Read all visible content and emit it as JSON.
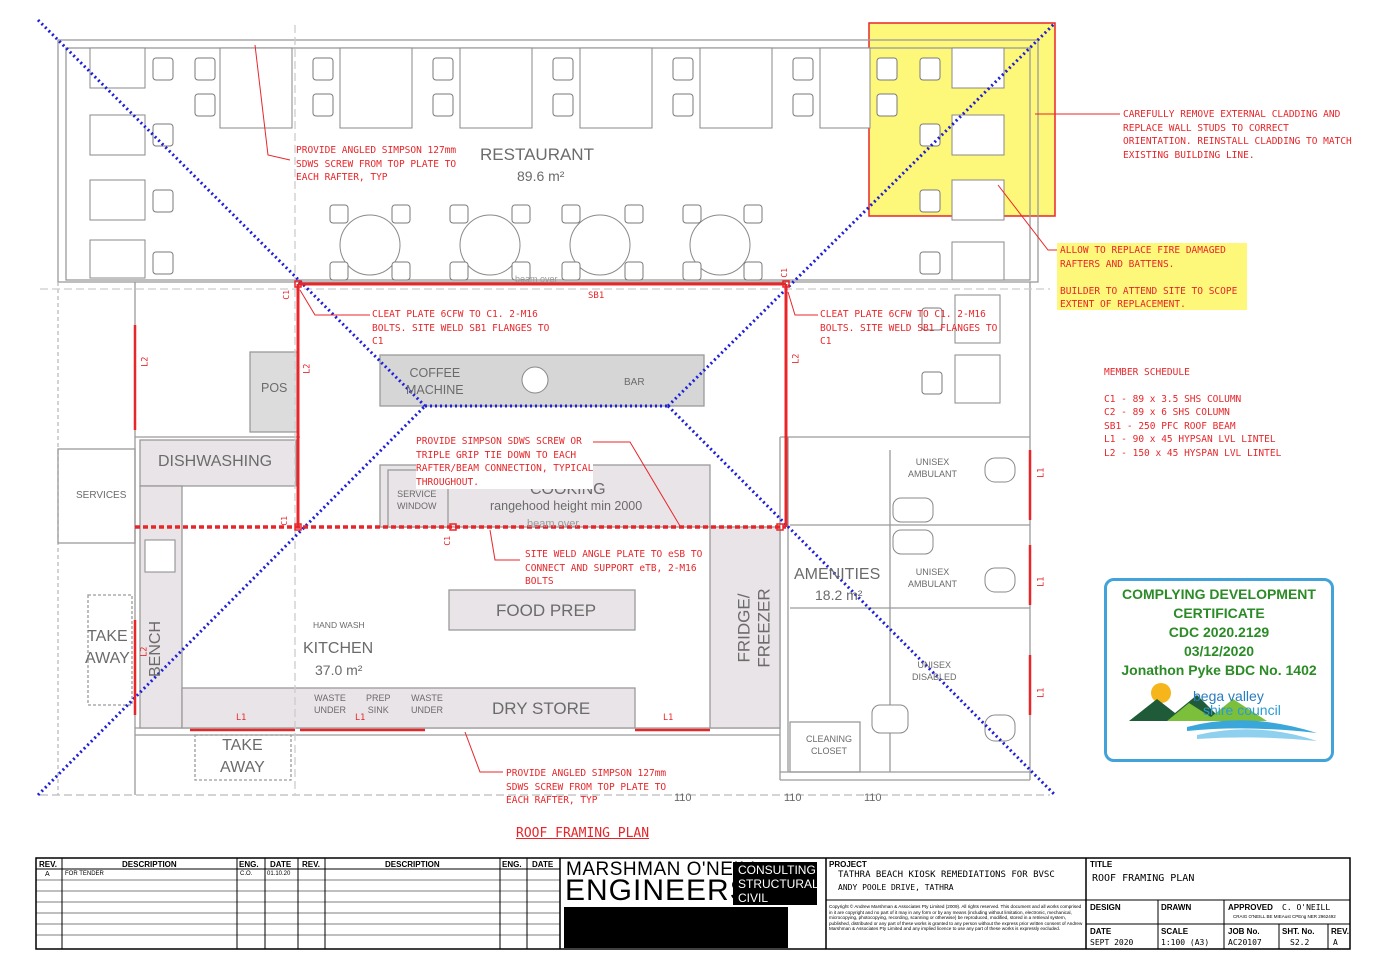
{
  "rooms": {
    "restaurant": {
      "name": "RESTAURANT",
      "area": "89.6 m²"
    },
    "coffee_machine": "COFFEE\nMACHINE",
    "bar": "BAR",
    "pos": "POS",
    "dishwashing": "DISHWASHING",
    "services": "SERVICES",
    "service_window": "SERVICE\nWINDOW",
    "cooking": "COOKING",
    "rangehood": "rangehood height min 2000",
    "food_prep": "FOOD PREP",
    "kitchen": {
      "name": "KITCHEN",
      "area": "37.0 m²"
    },
    "hand_wash": "HAND WASH",
    "bench": "BENCH",
    "take_away_left": "TAKE\nAWAY",
    "take_away_bottom": "TAKE\nAWAY",
    "waste_under_1": "WASTE\nUNDER",
    "prep_sink": "PREP\nSINK",
    "waste_under_2": "WASTE\nUNDER",
    "dry_store": "DRY STORE",
    "fridge_freezer": "FRIDGE/\nFREEZER",
    "amenities": {
      "name": "AMENITIES",
      "area": "18.2 m²"
    },
    "unisex_ambulant_1": "UNISEX\nAMBULANT",
    "unisex_ambulant_2": "UNISEX\nAMBULANT",
    "unisex_disabled": "UNISEX\nDISABLED",
    "cleaning_closet": "CLEANING\nCLOSET",
    "beam_over_1": "beam over",
    "beam_over_2": "beam over",
    "dim_110_a": "110",
    "dim_110_b": "110",
    "dim_110_c": "110"
  },
  "member_tags": {
    "sb1": "SB1",
    "c1": "C1",
    "l1": "L1",
    "l2": "L2"
  },
  "notes": {
    "top_left": "PROVIDE ANGLED SIMPSON 127mm\nSDWS SCREW FROM TOP PLATE TO\nEACH RAFTER, TYP",
    "top_right": "CAREFULLY REMOVE EXTERNAL CLADDING AND\nREPLACE WALL STUDS TO CORRECT\nORIENTATION. REINSTALL CLADDING TO MATCH\nEXISTING BUILDING LINE.",
    "fire_damage": "ALLOW TO REPLACE FIRE DAMAGED\nRAFTERS AND BATTENS.\n\nBUILDER TO ATTEND SITE TO SCOPE\nEXTENT OF REPLACEMENT.",
    "cleat_left": "CLEAT PLATE 6CFW TO C1. 2-M16\nBOLTS. SITE WELD SB1 FLANGES TO\nC1",
    "cleat_right": "CLEAT PLATE 6CFW TO C1. 2-M16\nBOLTS. SITE WELD SB1 FLANGES TO\nC1",
    "sdws_center": "PROVIDE SIMPSON SDWS SCREW OR\nTRIPLE GRIP TIE DOWN TO EACH\nRAFTER/BEAM CONNECTION, TYPICAL\nTHROUGHOUT.",
    "site_weld": "SITE WELD ANGLE PLATE TO eSB TO\nCONNECT AND SUPPORT eTB, 2-M16\nBOLTS",
    "bottom": "PROVIDE ANGLED SIMPSON 127mm\nSDWS SCREW FROM TOP PLATE TO\nEACH RAFTER, TYP"
  },
  "member_schedule": {
    "title": "MEMBER SCHEDULE",
    "items": [
      "C1 - 89 x 3.5 SHS COLUMN",
      "C2 - 89 x 6 SHS COLUMN",
      "",
      "SB1 - 250 PFC ROOF BEAM",
      "",
      "L1 - 90 x 45 HYPSAN LVL LINTEL",
      "L2 - 150 x 45 HYSPAN LVL LINTEL"
    ]
  },
  "certificate": {
    "line1": "COMPLYING DEVELOPMENT",
    "line2": "CERTIFICATE",
    "line3": "CDC 2020.2129",
    "line4": "03/12/2020",
    "line5": "Jonathon Pyke BDC No. 1402",
    "brand1": "bega valley",
    "brand2": "shire council"
  },
  "plan_title": "ROOF FRAMING PLAN",
  "title_block": {
    "rev_headers": [
      "REV.",
      "DESCRIPTION",
      "ENG.",
      "DATE",
      "REV.",
      "DESCRIPTION",
      "ENG.",
      "DATE"
    ],
    "rev_row": {
      "rev": "A",
      "description": "FOR TENDER",
      "eng": "C.O.",
      "date": "01.10.20"
    },
    "company_line1": "MARSHMAN O'NEILL",
    "company_line2": "ENGINEERS",
    "company_tag1": "CONSULTING",
    "company_tag2": "STRUCTURAL",
    "company_tag3": "CIVIL",
    "project_label": "PROJECT",
    "project_name": "TATHRA BEACH KIOSK REMEDIATIONS FOR BVSC",
    "project_address": "ANDY POOLE DRIVE, TATHRA",
    "copyright": "Copyright © Andrew Marshman & Associates Pty Limited (2009). All rights reserved. This document and all works comprised in it are copyright and no part of it may in any form or by any means (including without limitation, electronic, mechanical, microcopying, photocopying, recording, scanning or otherwise) be reproduced, modified, stored in a retrieval system, published, distributed or any part of these works is granted to any person without the express prior written consent of Andrew Marshman & Associates Pty Limited and any implied licence to use any part of these works is expressly excluded.",
    "title_label": "TITLE",
    "title_value": "ROOF FRAMING PLAN",
    "design_label": "DESIGN",
    "drawn_label": "DRAWN",
    "approved_label": "APPROVED",
    "approved_value": "C. O'NEILL",
    "approved_sub": "CRAIG O'NEILL BE MIEAust CPEng NER 2962492",
    "date_label": "DATE",
    "date_value": "SEPT 2020",
    "scale_label": "SCALE",
    "scale_value": "1:100 (A3)",
    "job_label": "JOB No.",
    "job_value": "AC20107",
    "sht_label": "SHT. No.",
    "sht_value": "S2.2",
    "rev_label": "REV.",
    "rev_value": "A"
  },
  "colors": {
    "red": "#e8262a",
    "blue": "#1f1fd8",
    "grey_wall": "#9a9a9a",
    "room_fill": "#e9e4e7",
    "highlight": "#fdf77a",
    "cert_green": "#2b8b26",
    "cert_border": "#41a3d9"
  }
}
